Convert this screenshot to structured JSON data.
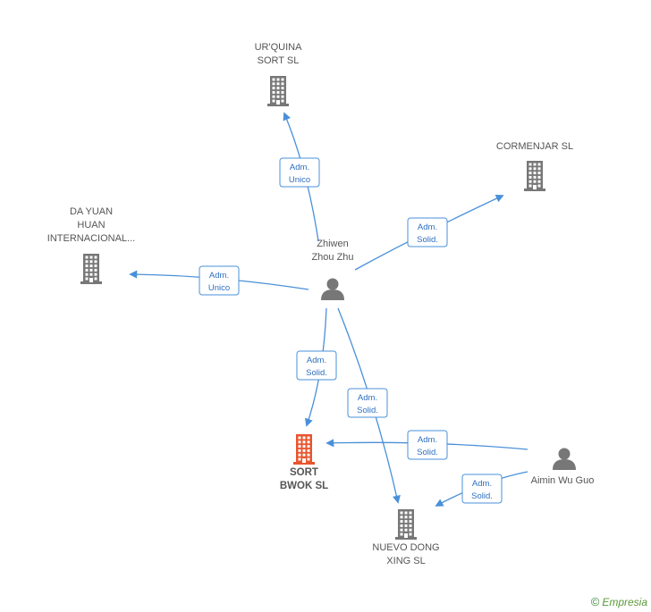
{
  "colors": {
    "edge": "#4a90d9",
    "company": "#777777",
    "highlight": "#e8552e",
    "person": "#777777"
  },
  "companies": [
    {
      "id": "urquina",
      "lines": [
        "UR'QUINA",
        "SORT SL"
      ],
      "highlight": false
    },
    {
      "id": "cormenjar",
      "lines": [
        "CORMENJAR SL"
      ],
      "highlight": false
    },
    {
      "id": "dayuan",
      "lines": [
        "DA YUAN",
        "HUAN",
        "INTERNACIONAL..."
      ],
      "highlight": false
    },
    {
      "id": "sortbwok",
      "lines": [
        "SORT",
        "BWOK SL"
      ],
      "highlight": true
    },
    {
      "id": "nuevodong",
      "lines": [
        "NUEVO DONG",
        "XING SL"
      ],
      "highlight": false
    }
  ],
  "persons": [
    {
      "id": "zhiwen",
      "lines": [
        "Zhiwen",
        "Zhou Zhu"
      ]
    },
    {
      "id": "aimin",
      "lines": [
        "Aimin Wu Guo"
      ]
    }
  ],
  "edges": [
    {
      "from": "zhiwen",
      "to": "urquina",
      "label": [
        "Adm.",
        "Unico"
      ]
    },
    {
      "from": "zhiwen",
      "to": "cormenjar",
      "label": [
        "Adm.",
        "Solid."
      ]
    },
    {
      "from": "zhiwen",
      "to": "dayuan",
      "label": [
        "Adm.",
        "Unico"
      ]
    },
    {
      "from": "zhiwen",
      "to": "sortbwok",
      "label": [
        "Adm.",
        "Solid."
      ]
    },
    {
      "from": "zhiwen",
      "to": "nuevodong",
      "label": [
        "Adm.",
        "Solid."
      ]
    },
    {
      "from": "aimin",
      "to": "sortbwok",
      "label": [
        "Adm.",
        "Solid."
      ]
    },
    {
      "from": "aimin",
      "to": "nuevodong",
      "label": [
        "Adm.",
        "Solid."
      ]
    }
  ],
  "footer": {
    "copyright_symbol": "©",
    "brand": "Empresia"
  }
}
